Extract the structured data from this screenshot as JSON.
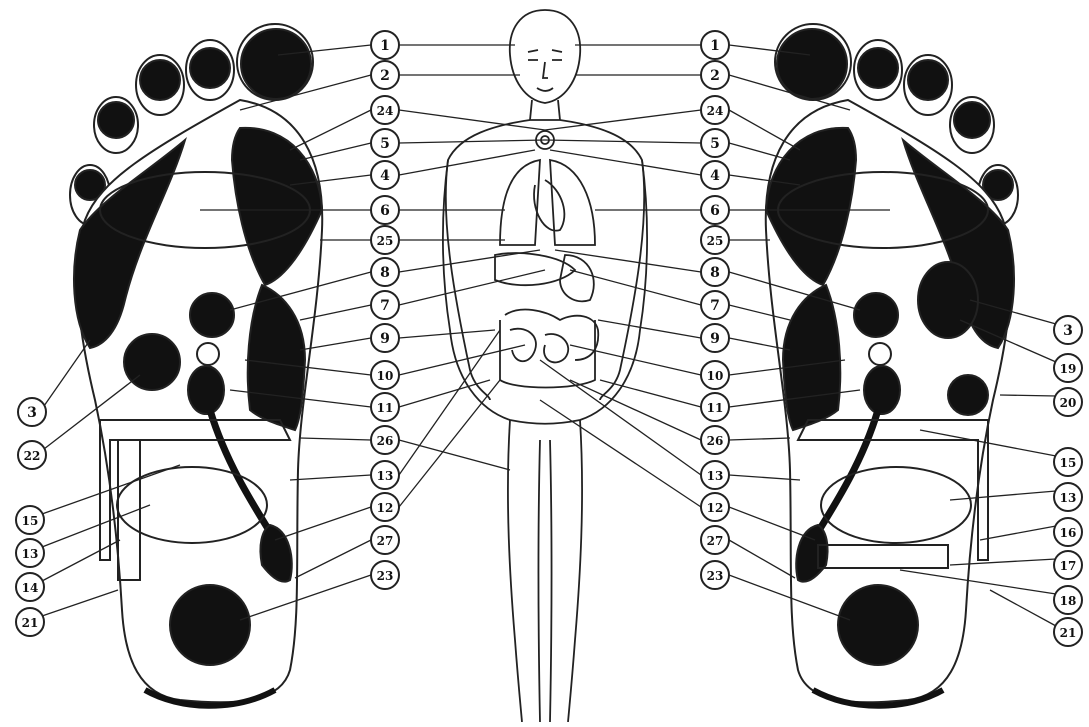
{
  "diagram": {
    "colors": {
      "ink": "#111111",
      "paper": "#ffffff",
      "line": "#222222"
    },
    "labels": {
      "center_left": [
        "1",
        "2",
        "24",
        "5",
        "4",
        "6",
        "25",
        "8",
        "7",
        "9",
        "10",
        "11",
        "26",
        "13",
        "12",
        "27",
        "23"
      ],
      "center_right": [
        "1",
        "2",
        "24",
        "5",
        "4",
        "6",
        "25",
        "8",
        "7",
        "9",
        "10",
        "11",
        "26",
        "13",
        "12",
        "27",
        "23"
      ],
      "outer_left": [
        "3",
        "22",
        "15",
        "13",
        "14",
        "21"
      ],
      "outer_right": [
        "3",
        "19",
        "20",
        "15",
        "13",
        "16",
        "17",
        "18",
        "21"
      ]
    }
  }
}
